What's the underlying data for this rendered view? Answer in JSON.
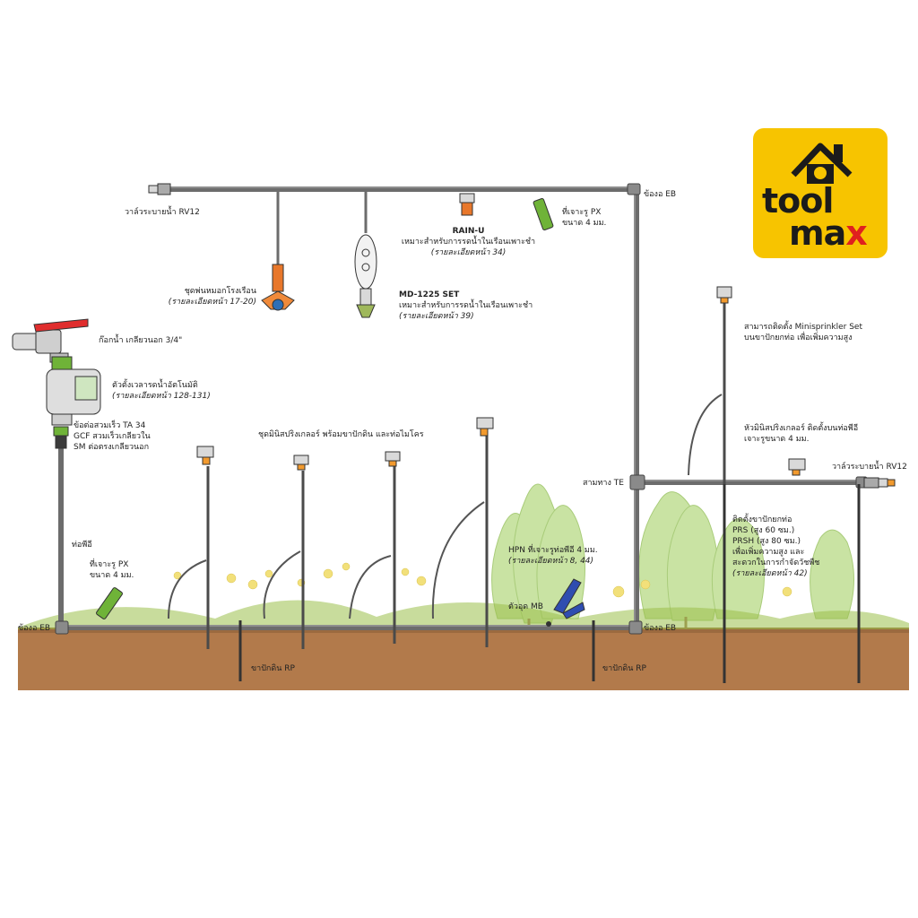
{
  "logo": {
    "line1": "tool",
    "line2_prefix": "ma",
    "line2_accent": "x",
    "accent_color": "#e0201e",
    "bg_color": "#f7c400"
  },
  "colors": {
    "pipe": "#6c6c6c",
    "soil": "#b27a4b",
    "grass": "#8fb23a",
    "tree": "#b5d98a",
    "flower": "#f4e27a"
  },
  "labels": {
    "valve_top": "วาล์วระบายน้ำ RV12",
    "elbow_top": "ข้องอ EB",
    "fogger_title": "ชุดพ่นหมอกโรงเรือน",
    "fogger_ref": "(รายละเอียดหน้า 17-20)",
    "rainu_title": "RAIN-U",
    "rainu_desc": "เหมาะสำหรับการรดน้ำในเรือนเพาะชำ",
    "rainu_ref": "(รายละเอียดหน้า 34)",
    "px_top_1": "ที่เจาะรู PX",
    "px_top_2": "ขนาด 4 มม.",
    "md_title": "MD-1225 SET",
    "md_desc": "เหมาะสำหรับการรดน้ำในเรือนเพาะชำ",
    "md_ref": "(รายละเอียดหน้า 39)",
    "faucet": "ก๊อกน้ำ เกลียวนอก 3/4\"",
    "timer_title": "ตัวตั้งเวลารดน้ำอัตโนมัติ",
    "timer_ref": "(รายละเอียดหน้า 128-131)",
    "connector_1": "ข้อต่อสวมเร็ว TA 34",
    "connector_2": "GCF สวมเร็วเกลียวใน",
    "connector_3": "SM ต่อตรงเกลียวนอก",
    "mini_set": "ชุดมินิสปริงเกลอร์ พร้อมขาปักดิน และท่อไมโคร",
    "pvc": "ท่อพีอี",
    "px_low_1": "ที่เจาะรู PX",
    "px_low_2": "ขนาด 4 มม.",
    "elbow_left": "ข้องอ EB",
    "stake_rp_1": "ขาปักดิน RP",
    "stake_rp_2": "ขาปักดิน RP",
    "hpn_title": "HPN ที่เจาะรูท่อพีอี 4 มม.",
    "hpn_ref": "(รายละเอียดหน้า 8, 44)",
    "mb": "ตัวอุด MB",
    "elbow_right": "ข้องอ EB",
    "tee": "สามทาง TE",
    "valve_right": "วาล์วระบายน้ำ RV12",
    "mini_install_1": "สามารถติดตั้ง Minisprinkler Set",
    "mini_install_2": "บนขาปักยกท่อ เพื่อเพิ่มความสูง",
    "head_1": "หัวมินิสปริงเกลอร์ ติดตั้งบนท่อพีอี",
    "head_2": "เจาะรูขนาด 4 มม.",
    "prs_1": "ติดตั้งขาปักยกท่อ",
    "prs_2": "PRS (สูง 60 ซม.)",
    "prs_3": "PRSH (สูง 80 ซม.)",
    "prs_4": "เพื่อเพิ่มความสูง และ",
    "prs_5": "สะดวกในการกำจัดวัชพืช",
    "prs_ref": "(รายละเอียดหน้า 42)"
  }
}
